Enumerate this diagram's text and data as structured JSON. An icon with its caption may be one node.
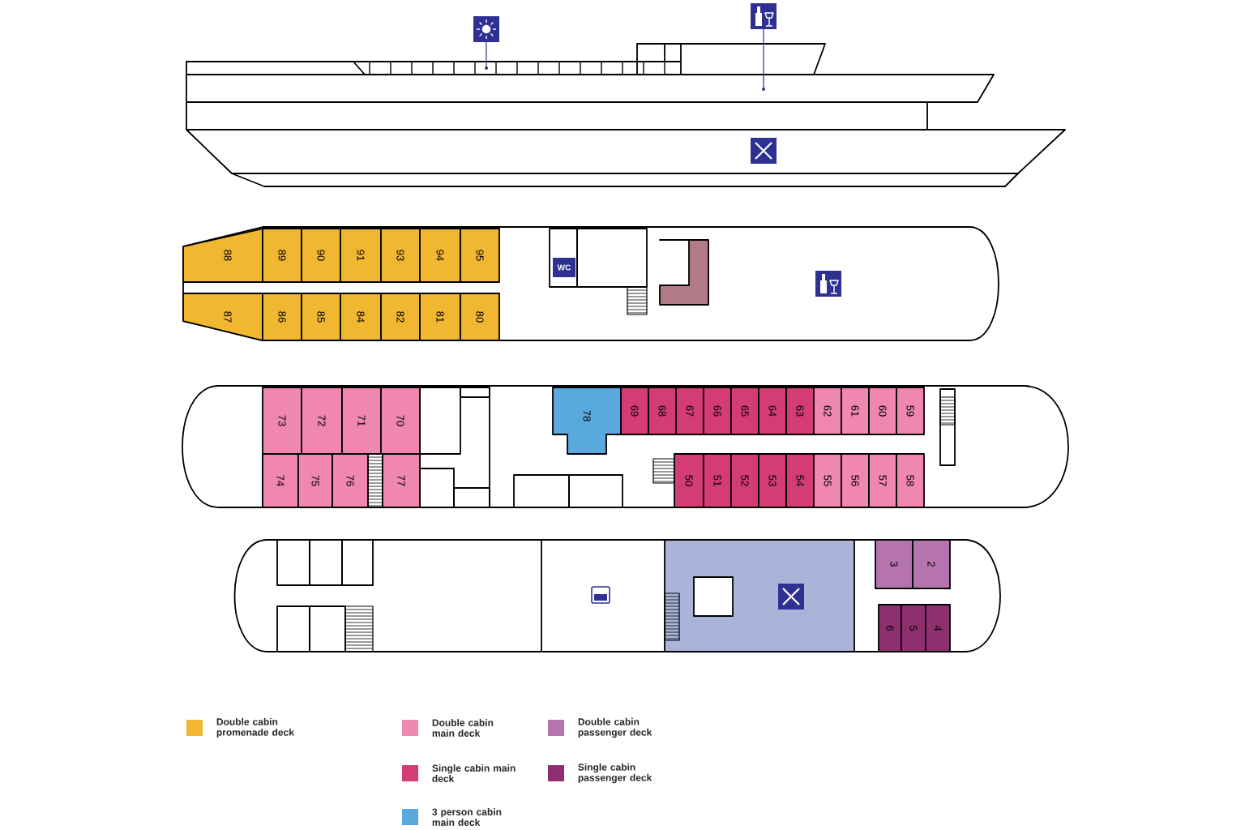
{
  "diagram": {
    "nodes": [
      {
        "text": [
          "88"
        ]
      },
      {
        "text": [
          "89"
        ]
      },
      {
        "text": [
          "90"
        ]
      },
      {
        "text": [
          "91"
        ]
      },
      {
        "text": [
          "93"
        ]
      },
      {
        "text": [
          "94"
        ]
      },
      {
        "text": [
          "95"
        ]
      },
      {
        "text": [
          "WC"
        ]
      },
      {
        "text": [
          "87"
        ]
      },
      {
        "text": [
          "86"
        ]
      },
      {
        "text": [
          "85"
        ]
      },
      {
        "text": [
          "84"
        ]
      },
      {
        "text": [
          "82"
        ]
      },
      {
        "text": [
          "81"
        ]
      },
      {
        "text": [
          "80"
        ]
      },
      {
        "text": [
          "73"
        ]
      },
      {
        "text": [
          "72"
        ]
      },
      {
        "text": [
          "71"
        ]
      },
      {
        "text": [
          "70"
        ]
      },
      {
        "text": [
          "78"
        ]
      },
      {
        "text": [
          "69"
        ]
      },
      {
        "text": [
          "68"
        ]
      },
      {
        "text": [
          "67"
        ]
      },
      {
        "text": [
          "66"
        ]
      },
      {
        "text": [
          "65"
        ]
      },
      {
        "text": [
          "64"
        ]
      },
      {
        "text": [
          "63"
        ]
      },
      {
        "text": [
          "62"
        ]
      },
      {
        "text": [
          "61"
        ]
      },
      {
        "text": [
          "60"
        ]
      },
      {
        "text": [
          "59"
        ]
      },
      {
        "text": [
          "74"
        ]
      },
      {
        "text": [
          "75"
        ]
      },
      {
        "text": [
          "76"
        ]
      },
      {
        "text": [
          "77"
        ]
      },
      {
        "text": [
          "50"
        ]
      },
      {
        "text": [
          "51"
        ]
      },
      {
        "text": [
          "52"
        ]
      },
      {
        "text": [
          "53"
        ]
      },
      {
        "text": [
          "54"
        ]
      },
      {
        "text": [
          "55"
        ]
      },
      {
        "text": [
          "56"
        ]
      },
      {
        "text": [
          "57"
        ]
      },
      {
        "text": [
          "58"
        ]
      },
      {
        "text": [
          "3"
        ]
      },
      {
        "text": [
          "2"
        ]
      },
      {
        "text": [
          "6"
        ]
      },
      {
        "text": [
          "5"
        ]
      },
      {
        "text": [
          "4"
        ]
      }
    ],
    "legend": [
      {
        "text": "Double cabin promenade deck",
        "color": "#f2b731"
      },
      {
        "text": "Double cabin main deck",
        "color": "#ef87b0"
      },
      {
        "text": "Double cabin passenger deck",
        "color": "#b574ae"
      },
      {
        "text": "Single cabin main deck",
        "color": "#d33d73"
      },
      {
        "text": "Single cabin passenger deck",
        "color": "#8e3070"
      },
      {
        "text": "3 person cabin main deck",
        "color": "#5aa9de"
      }
    ]
  }
}
